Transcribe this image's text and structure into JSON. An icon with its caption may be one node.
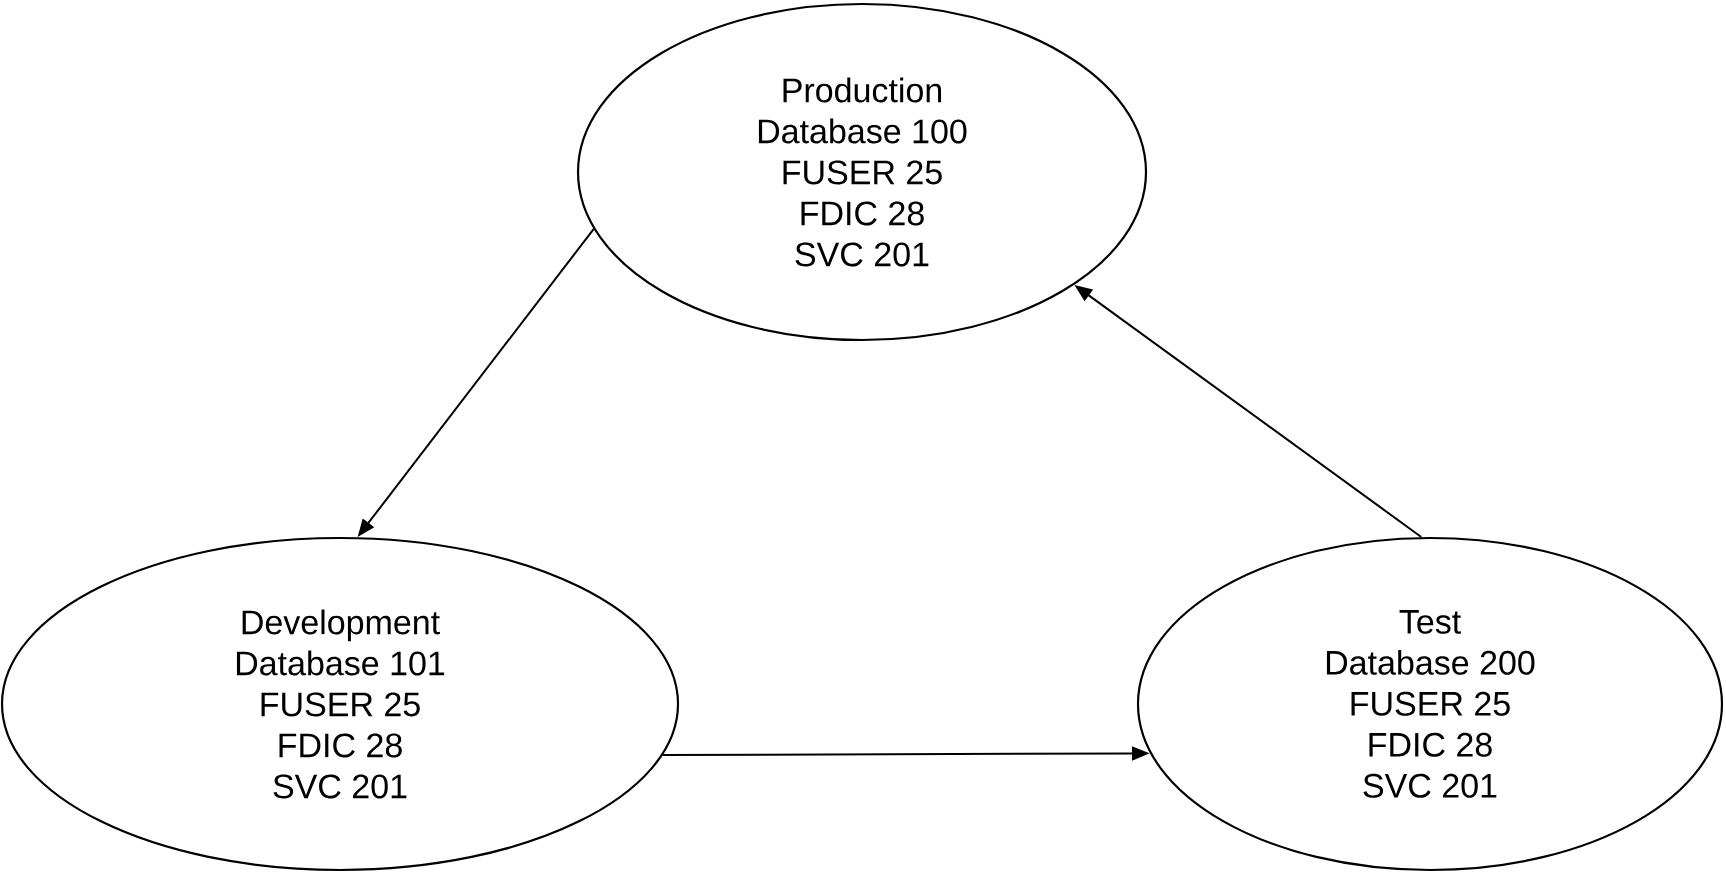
{
  "diagram": {
    "nodes": [
      {
        "text": [
          "Production",
          "Database 100",
          "FUSER 25",
          "FDIC 28",
          "SVC 201"
        ]
      },
      {
        "text": [
          "Development",
          "Database 101",
          "FUSER 25",
          "FDIC 28",
          "SVC 201"
        ]
      },
      {
        "text": [
          "Test",
          "Database 200",
          "FUSER 25",
          "FDIC 28",
          "SVC 201"
        ]
      }
    ],
    "edges": [
      {
        "from": 0,
        "to": 1,
        "arrow": "to"
      },
      {
        "from": 1,
        "to": 2,
        "arrow": "to"
      },
      {
        "from": 2,
        "to": 0,
        "arrow": "to"
      }
    ]
  }
}
